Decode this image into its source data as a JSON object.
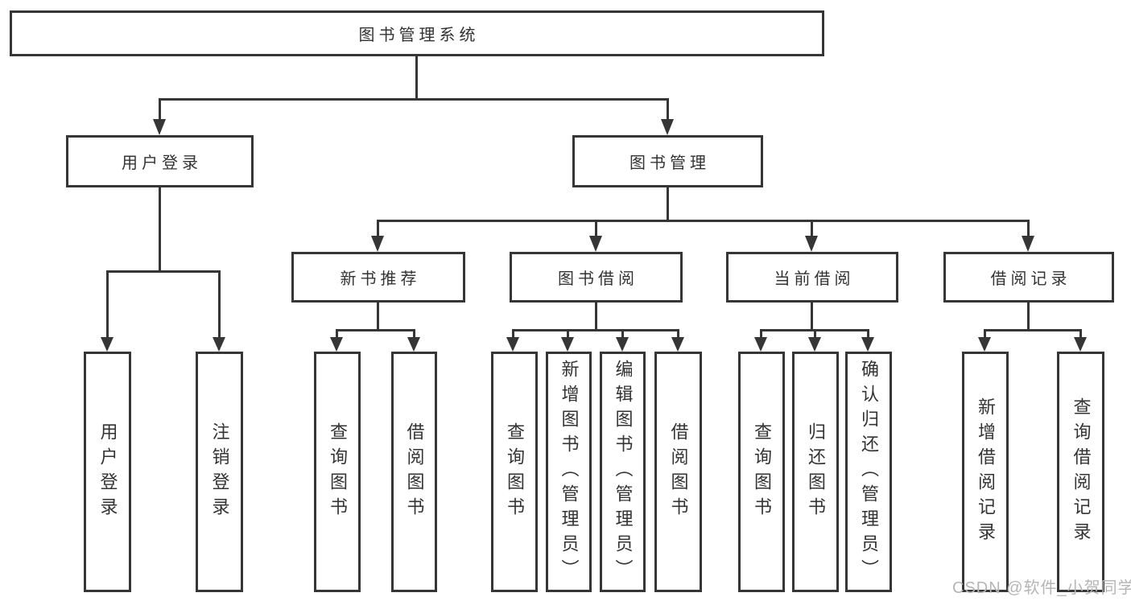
{
  "nodes": {
    "root": "图书管理系统",
    "user_login": "用户登录",
    "book_mgmt": "图书管理",
    "new_book": "新书推荐",
    "borrow": "图书借阅",
    "current": "当前借阅",
    "records": "借阅记录",
    "user_login_leaf": "用户登录",
    "logout_leaf": "注销登录",
    "nb_query": "查询图书",
    "nb_borrow": "借阅图书",
    "bw_query": "查询图书",
    "bw_add": "新增图书（管理员）",
    "bw_edit": "编辑图书（管理员）",
    "bw_borrow": "借阅图书",
    "cu_query": "查询图书",
    "cu_return": "归还图书",
    "cu_confirm": "确认归还（管理员）",
    "rc_add": "新增借阅记录",
    "rc_query": "查询借阅记录"
  },
  "hierarchy": {
    "图书管理系统": {
      "用户登录": [
        "用户登录",
        "注销登录"
      ],
      "图书管理": {
        "新书推荐": [
          "查询图书",
          "借阅图书"
        ],
        "图书借阅": [
          "查询图书",
          "新增图书（管理员）",
          "编辑图书（管理员）",
          "借阅图书"
        ],
        "当前借阅": [
          "查询图书",
          "归还图书",
          "确认归还（管理员）"
        ],
        "借阅记录": [
          "新增借阅记录",
          "查询借阅记录"
        ]
      }
    }
  },
  "watermark": "CSDN @软件_小贺同学",
  "colors": {
    "line": "#363636",
    "text": "#333333",
    "watermark": "#b5b5b5",
    "bg": "#ffffff"
  }
}
